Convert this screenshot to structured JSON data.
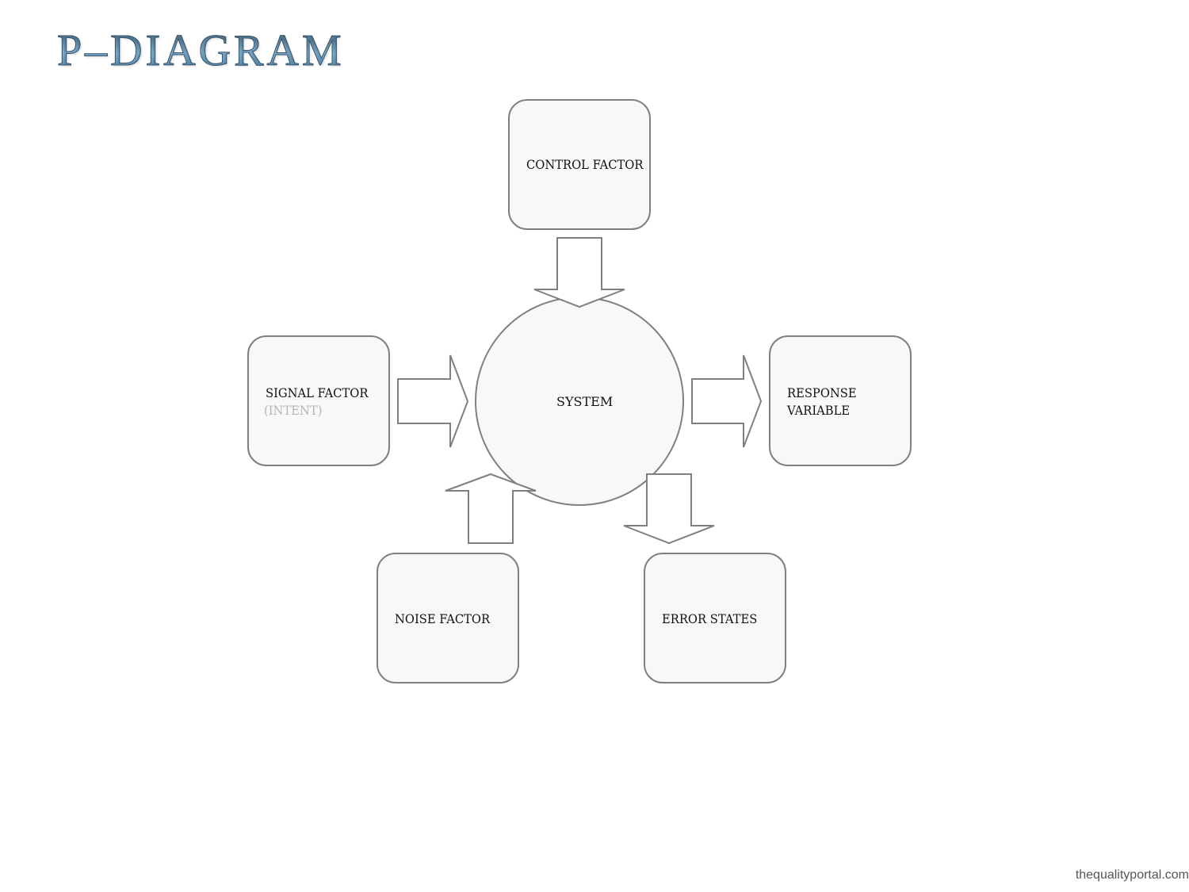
{
  "title": "P–DIAGRAM",
  "nodes": {
    "control_factor": "CONTROL FACTOR",
    "signal_factor": "SIGNAL FACTOR",
    "signal_factor_sub": "(INTENT)",
    "system": "SYSTEM",
    "response_variable_line1": "RESPONSE",
    "response_variable_line2": "VARIABLE",
    "noise_factor": "NOISE FACTOR",
    "error_states": "ERROR STATES"
  },
  "footer": "thequalityportal.com",
  "colors": {
    "box_fill": "#f8f8f8",
    "outline": "#808080",
    "title_blue": "#5f95b8"
  }
}
